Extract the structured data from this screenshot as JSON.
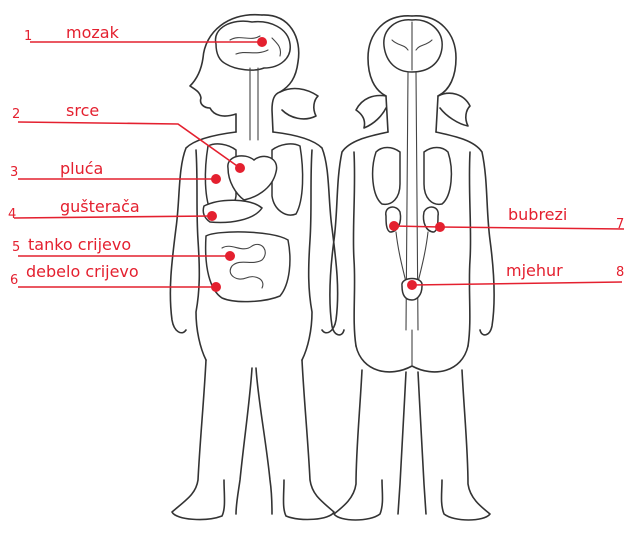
{
  "colors": {
    "accent": "#e4202f",
    "lineart": "#333333",
    "background": "#ffffff"
  },
  "labels": [
    {
      "num": "1",
      "text": "mozak"
    },
    {
      "num": "2",
      "text": "srce"
    },
    {
      "num": "3",
      "text": "pluća"
    },
    {
      "num": "4",
      "text": "gušterača"
    },
    {
      "num": "5",
      "text": "tanko crijevo"
    },
    {
      "num": "6",
      "text": "debelo crijevo"
    },
    {
      "num": "7",
      "text": "bubrezi"
    },
    {
      "num": "8",
      "text": "mjehur"
    }
  ]
}
